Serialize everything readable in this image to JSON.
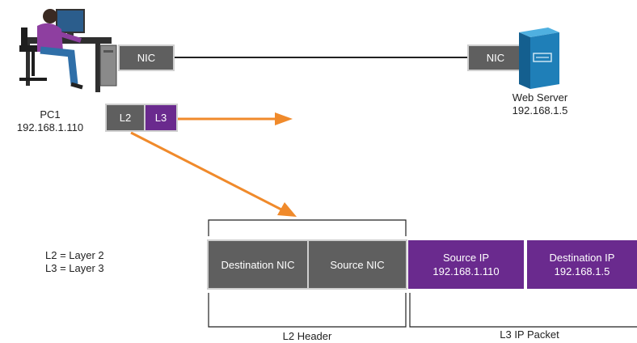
{
  "pc": {
    "name": "PC1",
    "ip": "192.168.1.110"
  },
  "pc_nic": {
    "label": "NIC"
  },
  "server": {
    "name": "Web Server",
    "ip": "192.168.1.5"
  },
  "server_nic": {
    "label": "NIC"
  },
  "small_frame": {
    "l2": "L2",
    "l3": "L3"
  },
  "legend": {
    "l2": "L2 = Layer 2",
    "l3": "L3 = Layer 3"
  },
  "frame": {
    "dest_nic": "Destination NIC",
    "src_nic": "Source NIC",
    "src_ip_label": "Source IP",
    "src_ip_value": "192.168.1.110",
    "dest_ip_label": "Destination IP",
    "dest_ip_value": "192.168.1.5"
  },
  "brackets": {
    "l2_header": "L2 Header",
    "l3_packet": "L3 IP Packet"
  },
  "colors": {
    "gray": "#5f5f5f",
    "purple": "#6a2a8e",
    "arrow": "#f08a2b",
    "server_blue": "#1f7fb8"
  }
}
